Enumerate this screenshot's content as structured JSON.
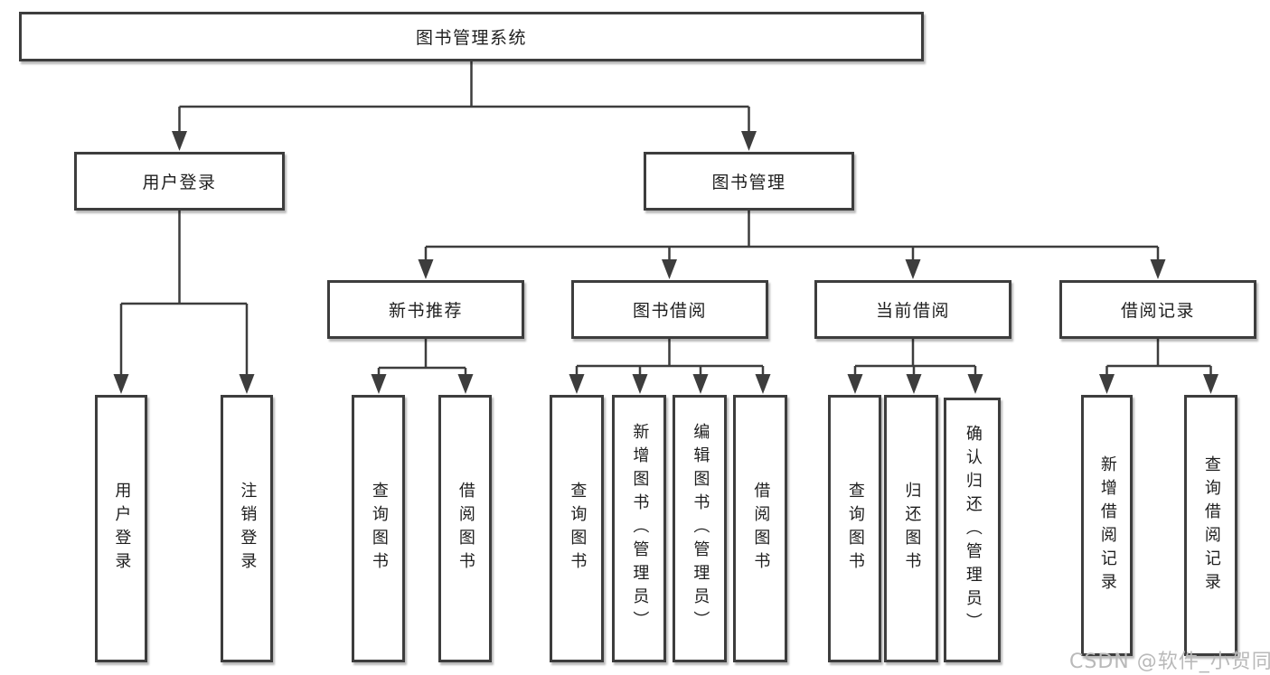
{
  "diagram": {
    "root": "图书管理系统",
    "nodes": {
      "user_login": "用户登录",
      "book_mgmt": "图书管理",
      "new_book_rec": "新书推荐",
      "book_borrow": "图书借阅",
      "current_borrow": "当前借阅",
      "borrow_record": "借阅记录",
      "leaf_user_login": "用户登录",
      "leaf_logout": "注销登录",
      "leaf_query_book_a": "查询图书",
      "leaf_borrow_book_a": "借阅图书",
      "leaf_query_book_b": "查询图书",
      "leaf_add_book": "新增图书（管理员）",
      "leaf_edit_book": "编辑图书（管理员）",
      "leaf_borrow_book_b": "借阅图书",
      "leaf_query_book_c": "查询图书",
      "leaf_return_book": "归还图书",
      "leaf_confirm_return": "确认归还（管理员）",
      "leaf_add_record": "新增借阅记录",
      "leaf_query_record": "查询借阅记录"
    },
    "watermark": "CSDN @软件_小贺同学",
    "colors": {
      "line": "#3d3d3d",
      "text": "#1e1e1e",
      "watermark": "#b9b9b9",
      "background": "#ffffff"
    }
  }
}
